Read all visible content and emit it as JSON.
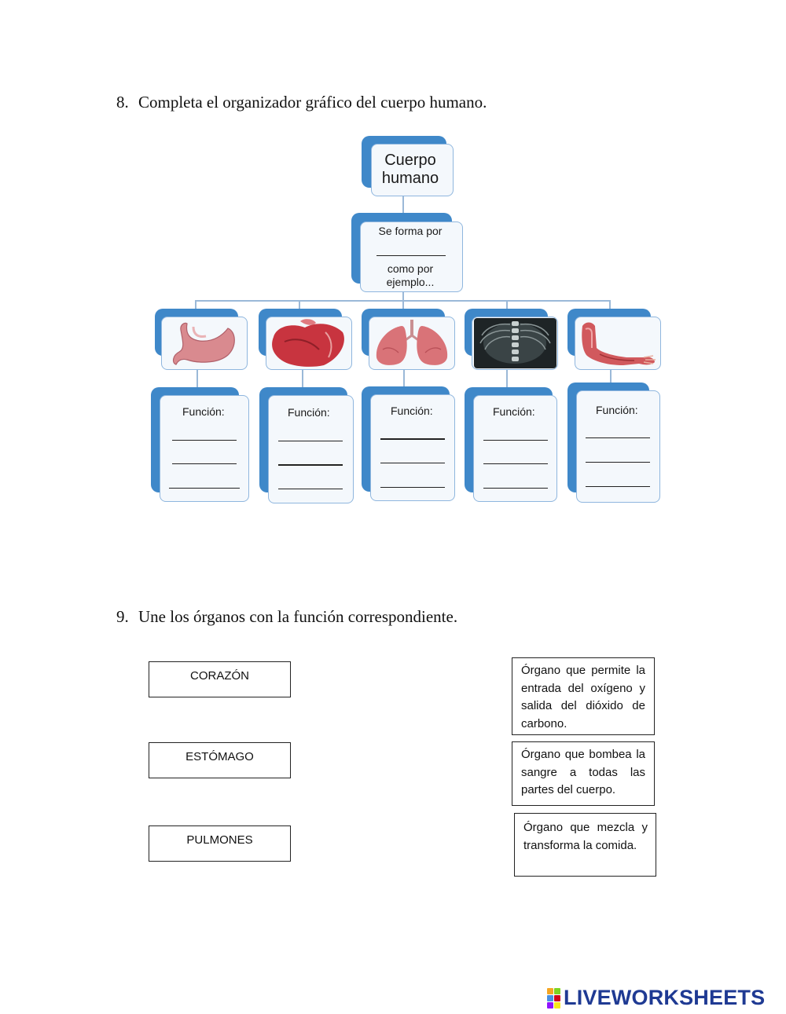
{
  "question8": {
    "number": "8.",
    "text": "Completa el organizador gráfico del cuerpo humano."
  },
  "organizer": {
    "root_line1": "Cuerpo",
    "root_line2": "humano",
    "middle_top": "Se forma por",
    "middle_bottom1": "como por",
    "middle_bottom2": "ejemplo...",
    "organs": [
      {
        "image": "stomach-image",
        "label": "Función:"
      },
      {
        "image": "heart-image",
        "label": "Función:"
      },
      {
        "image": "lungs-image",
        "label": "Función:"
      },
      {
        "image": "xray-spine-image",
        "label": "Función:"
      },
      {
        "image": "arm-muscles-image",
        "label": "Función:"
      }
    ],
    "colors": {
      "box_back": "#3f88c9",
      "box_front": "#f4f8fc",
      "connector": "#9bb9d8"
    }
  },
  "question9": {
    "number": "9.",
    "text": "Une los órganos con la función correspondiente."
  },
  "matching": {
    "organs": [
      "CORAZÓN",
      "ESTÓMAGO",
      "PULMONES"
    ],
    "descriptions": [
      "Órgano que permite la entrada del oxígeno y salida del dióxido de carbono.",
      "Órgano que bombea la sangre a todas las partes del cuerpo.",
      "Órgano que mezcla y transforma la comida."
    ]
  },
  "footer": {
    "logo_text": "LIVEWORKSHEETS",
    "logo_colors": [
      "#f5a623",
      "#7ed321",
      "#4a90e2",
      "#d0021b",
      "#9013fe",
      "#f8e71c"
    ]
  }
}
